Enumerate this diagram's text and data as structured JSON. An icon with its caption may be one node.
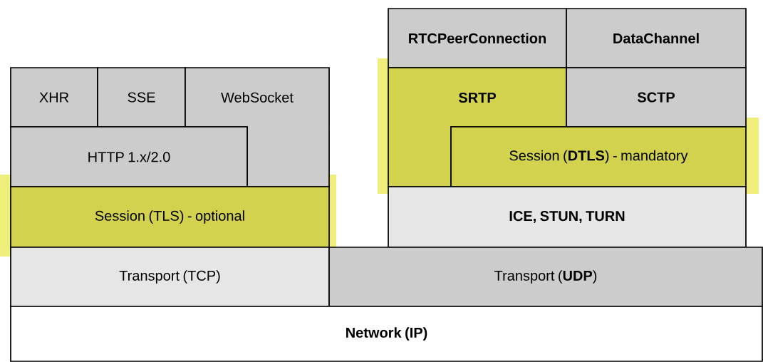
{
  "diagram": {
    "nodes": [
      {
        "text": [
          "XHR"
        ]
      },
      {
        "text": [
          "SSE"
        ]
      },
      {
        "text": [
          "WebSocket"
        ]
      },
      {
        "text": [
          "HTTP 1.x/2.0"
        ]
      },
      {
        "text": [
          "Session (TLS) - optional"
        ]
      },
      {
        "text": [
          "Transport (TCP)"
        ]
      },
      {
        "text": [
          "RTCPeerConnection"
        ]
      },
      {
        "text": [
          "DataChannel"
        ]
      },
      {
        "text": [
          "SRTP"
        ]
      },
      {
        "text": [
          "SCTP"
        ]
      },
      {
        "text": [
          "Session (**DTLS**) - mandatory"
        ]
      },
      {
        "text": [
          "ICE, STUN, TURN"
        ]
      },
      {
        "text": [
          "Transport (**UDP**)"
        ]
      },
      {
        "text": [
          "Network (IP)"
        ]
      }
    ]
  }
}
